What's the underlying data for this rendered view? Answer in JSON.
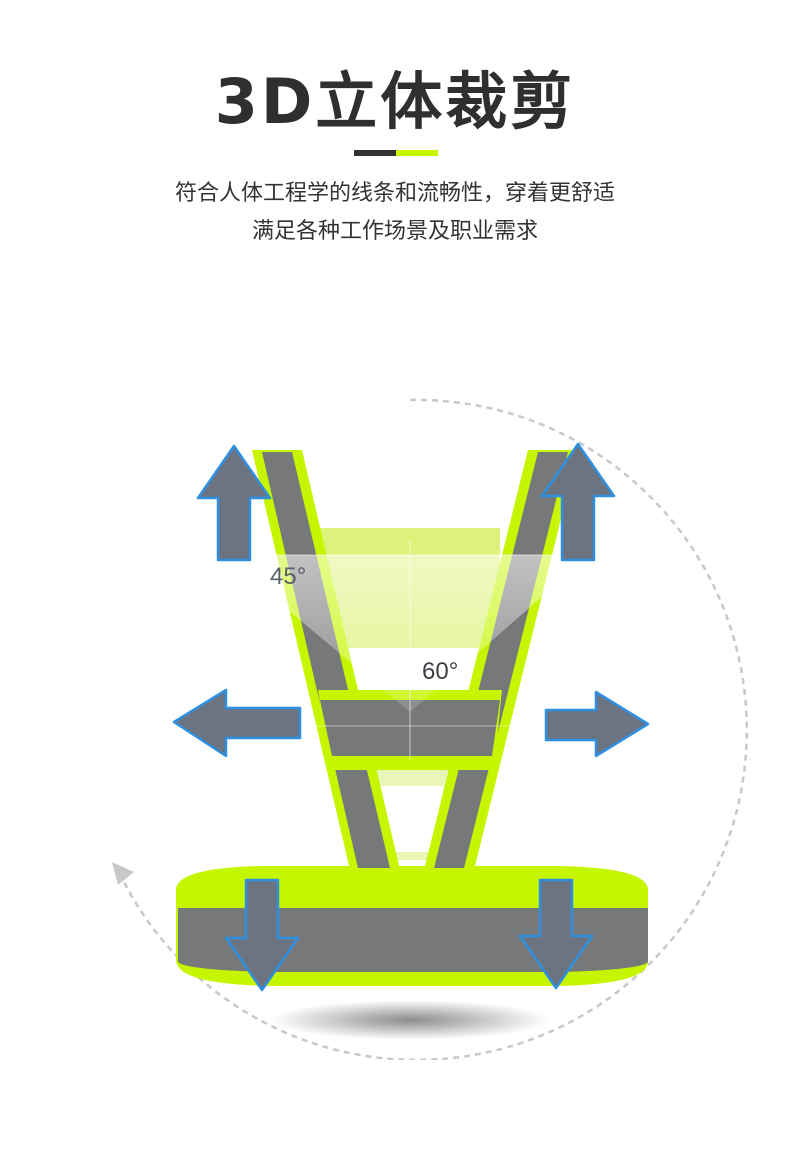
{
  "heading": {
    "title": "3D立体裁剪",
    "description_line1": "符合人体工程学的线条和流畅性，穿着更舒适",
    "description_line2": "满足各种工作场景及职业需求"
  },
  "illustration": {
    "angle_left": "45°",
    "angle_center": "60°"
  },
  "colors": {
    "title": "#2f2f2f",
    "divider_dark": "#333333",
    "accent_lime": "#c6f500",
    "reflective_gray": "#77787a",
    "arrow_fill": "#6b7480",
    "arrow_outline": "#2f8fe0"
  },
  "icons": [
    "up-arrow-icon",
    "left-arrow-icon",
    "right-arrow-icon",
    "down-arrow-icon",
    "circular-dashed-arrow-icon"
  ]
}
